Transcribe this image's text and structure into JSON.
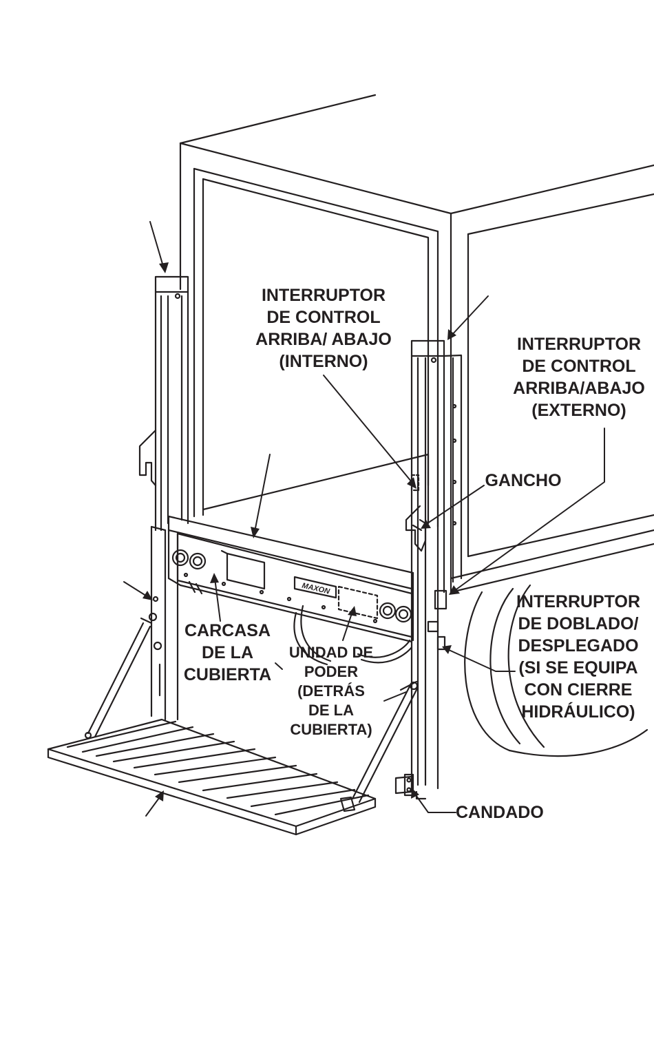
{
  "labels": {
    "interno": [
      "INTERRUPTOR",
      "DE CONTROL",
      "ARRIBA/ ABAJO",
      "(INTERNO)"
    ],
    "externo": [
      "INTERRUPTOR",
      "DE CONTROL",
      "ARRIBA/ABAJO",
      "(EXTERNO)"
    ],
    "gancho": [
      "GANCHO"
    ],
    "doblado": [
      "INTERRUPTOR",
      "DE DOBLADO/",
      "DESPLEGADO",
      "(SI SE EQUIPA",
      "CON CIERRE",
      "HIDRÁULICO)"
    ],
    "carcasa": [
      "CARCASA",
      "DE LA",
      "CUBIERTA"
    ],
    "unidad": [
      "UNIDAD DE",
      "PODER",
      "(DETRÁS",
      "DE LA",
      "CUBIERTA)"
    ],
    "candado": [
      "CANDADO"
    ]
  },
  "panel_logo": "MAXON",
  "colors": {
    "line": "#231f20",
    "background": "#ffffff",
    "hatch": "#a7a9ac"
  }
}
